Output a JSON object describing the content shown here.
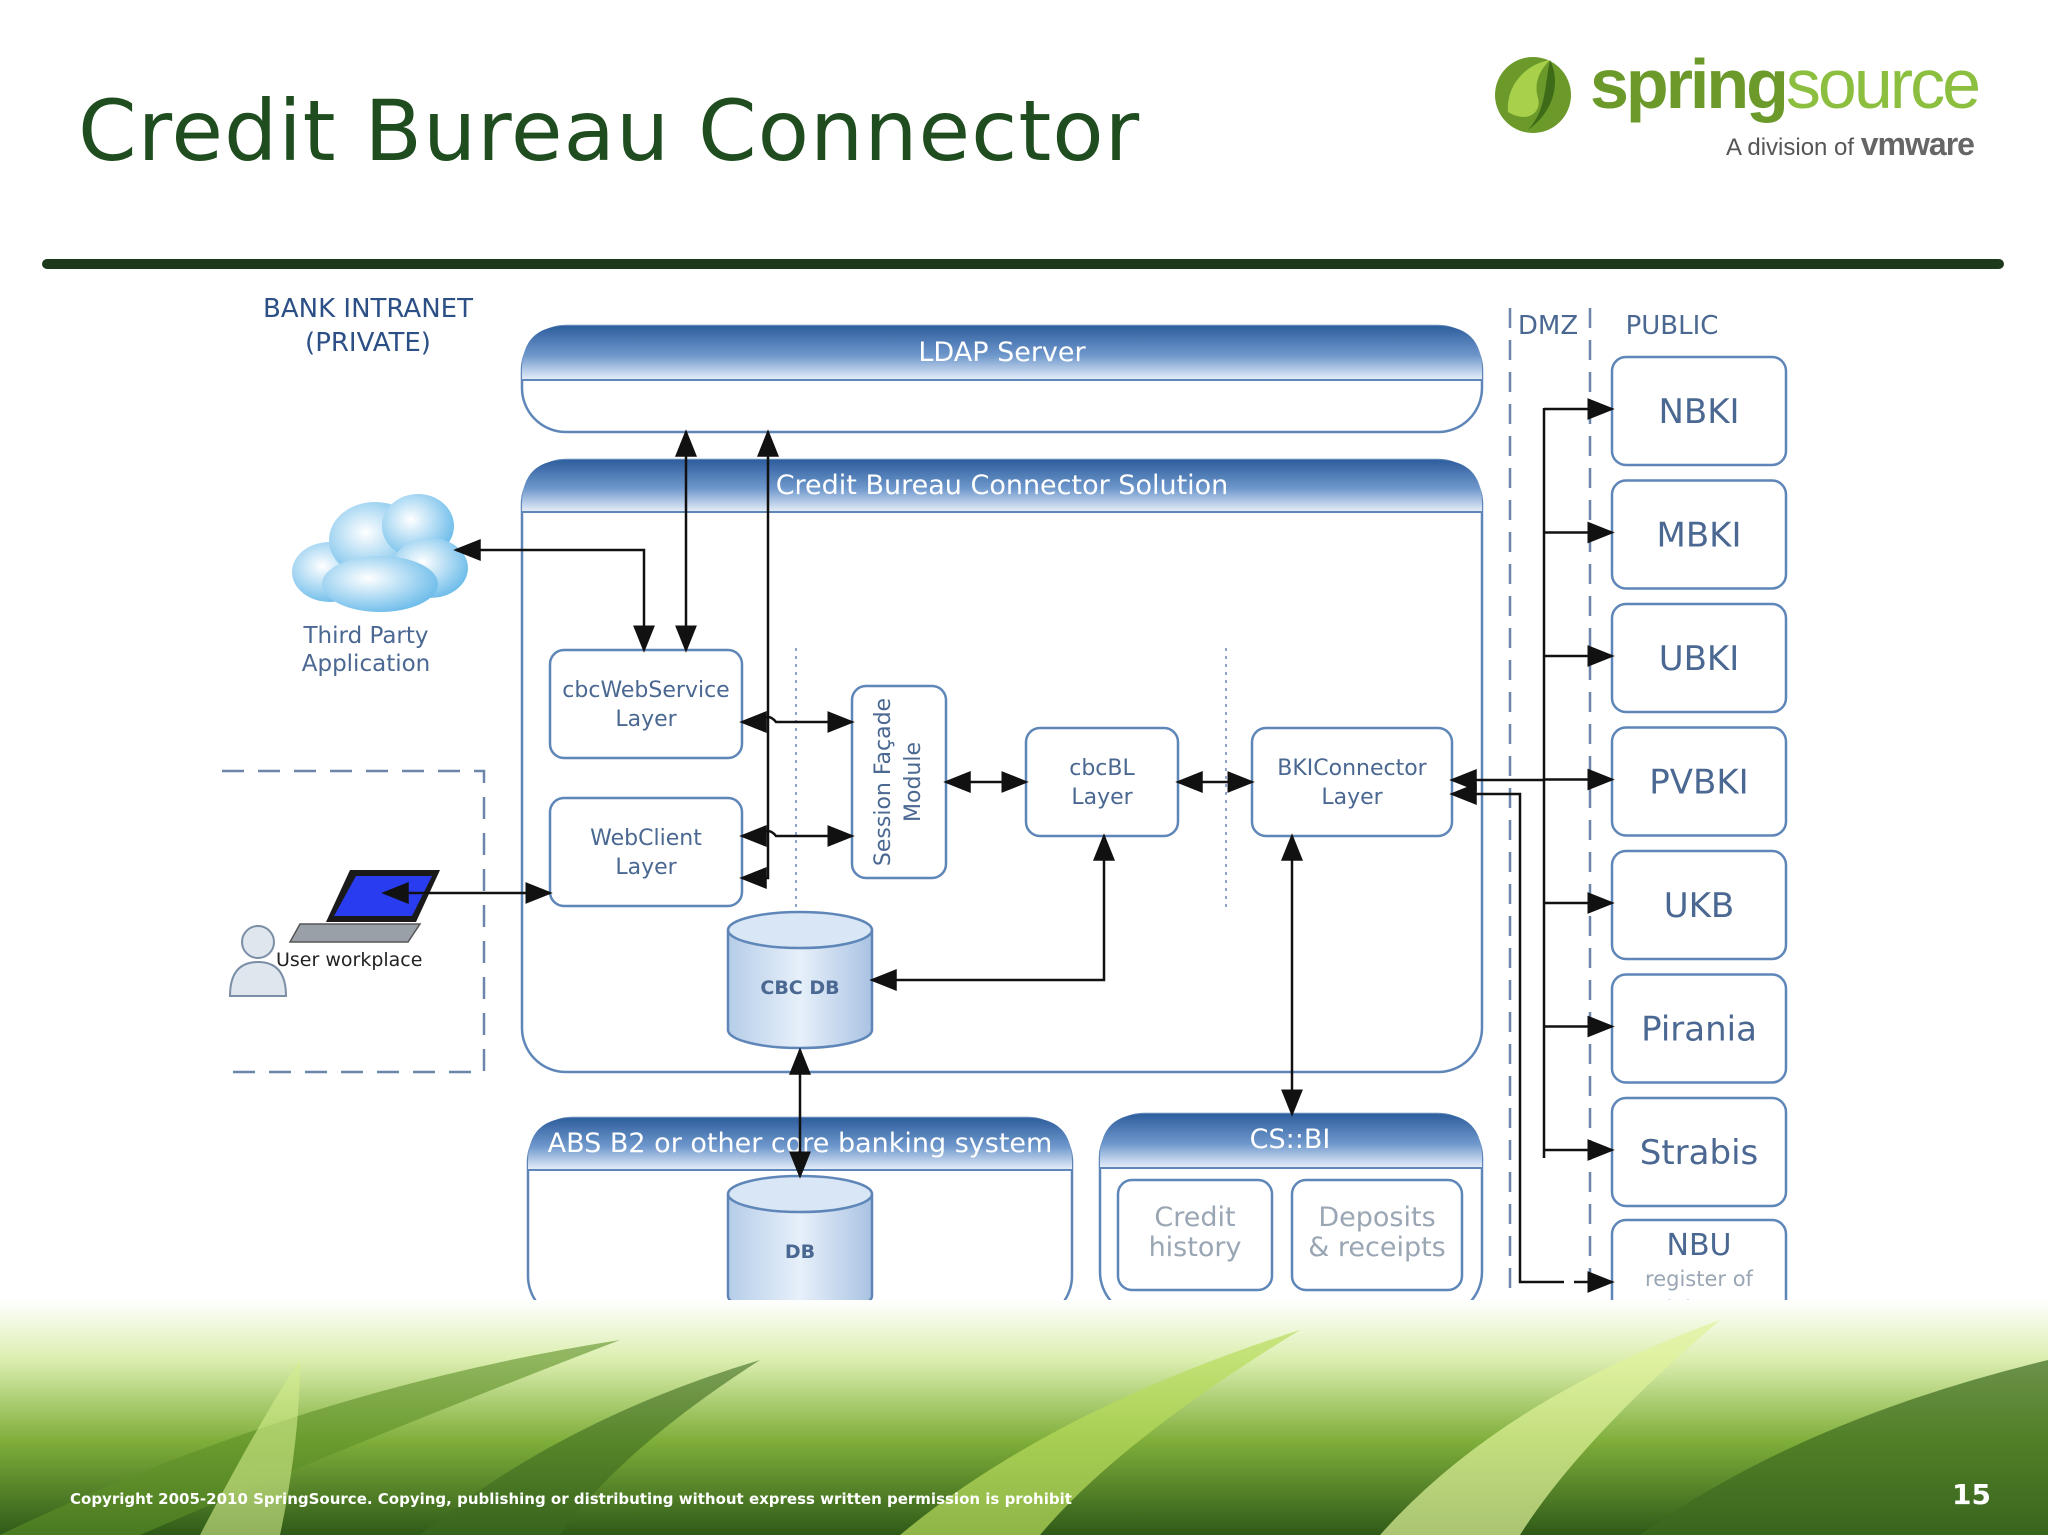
{
  "slide": {
    "title": "Credit Bureau Connector",
    "page_number": "15",
    "copyright": "Copyright 2005-2010 SpringSource.  Copying, publishing or distributing without express written permission is prohibit"
  },
  "logo": {
    "word_spring": "spring",
    "word_source": "source",
    "tagline": "A division of",
    "vmware": "vmware"
  },
  "zones": {
    "bank_intranet_line1": "BANK INTRANET",
    "bank_intranet_line2": "(PRIVATE)",
    "dmz": "DMZ",
    "public": "PUBLIC"
  },
  "nodes": {
    "ldap": "LDAP Server",
    "solution": "Credit Bureau Connector Solution",
    "third_party_line1": "Third Party",
    "third_party_line2": "Application",
    "user_workplace": "User workplace",
    "web_service_line1": "cbcWebService",
    "web_service_line2": "Layer",
    "web_client_line1": "WebClient",
    "web_client_line2": "Layer",
    "facade_line1": "Session Façade",
    "facade_line2": "Module",
    "cbcbl_line1": "cbcBL",
    "cbcbl_line2": "Layer",
    "bki_line1": "BKIConnector",
    "bki_line2": "Layer",
    "cbc_db": "CBC DB",
    "abs": "ABS B2 or other core banking  system",
    "db": "DB",
    "csbi": "CS::BI",
    "credit_history_line1": "Credit",
    "credit_history_line2": "history",
    "deposits_line1": "Deposits",
    "deposits_line2": "& receipts"
  },
  "bureaus": [
    "NBKI",
    "MBKI",
    "UBKI",
    "PVBKI",
    "UKB",
    "Pirania",
    "Strabis"
  ],
  "nbu": {
    "name": "NBU",
    "line2": "register of",
    "line3": "debtors"
  },
  "colors": {
    "title": "#1f4d1f",
    "diagram_stroke": "#5f86b8",
    "diagram_text": "#4a6891",
    "header_band": "#3f6fab",
    "grass_light": "#b8dc5c",
    "grass_dark": "#3d6b1f"
  }
}
